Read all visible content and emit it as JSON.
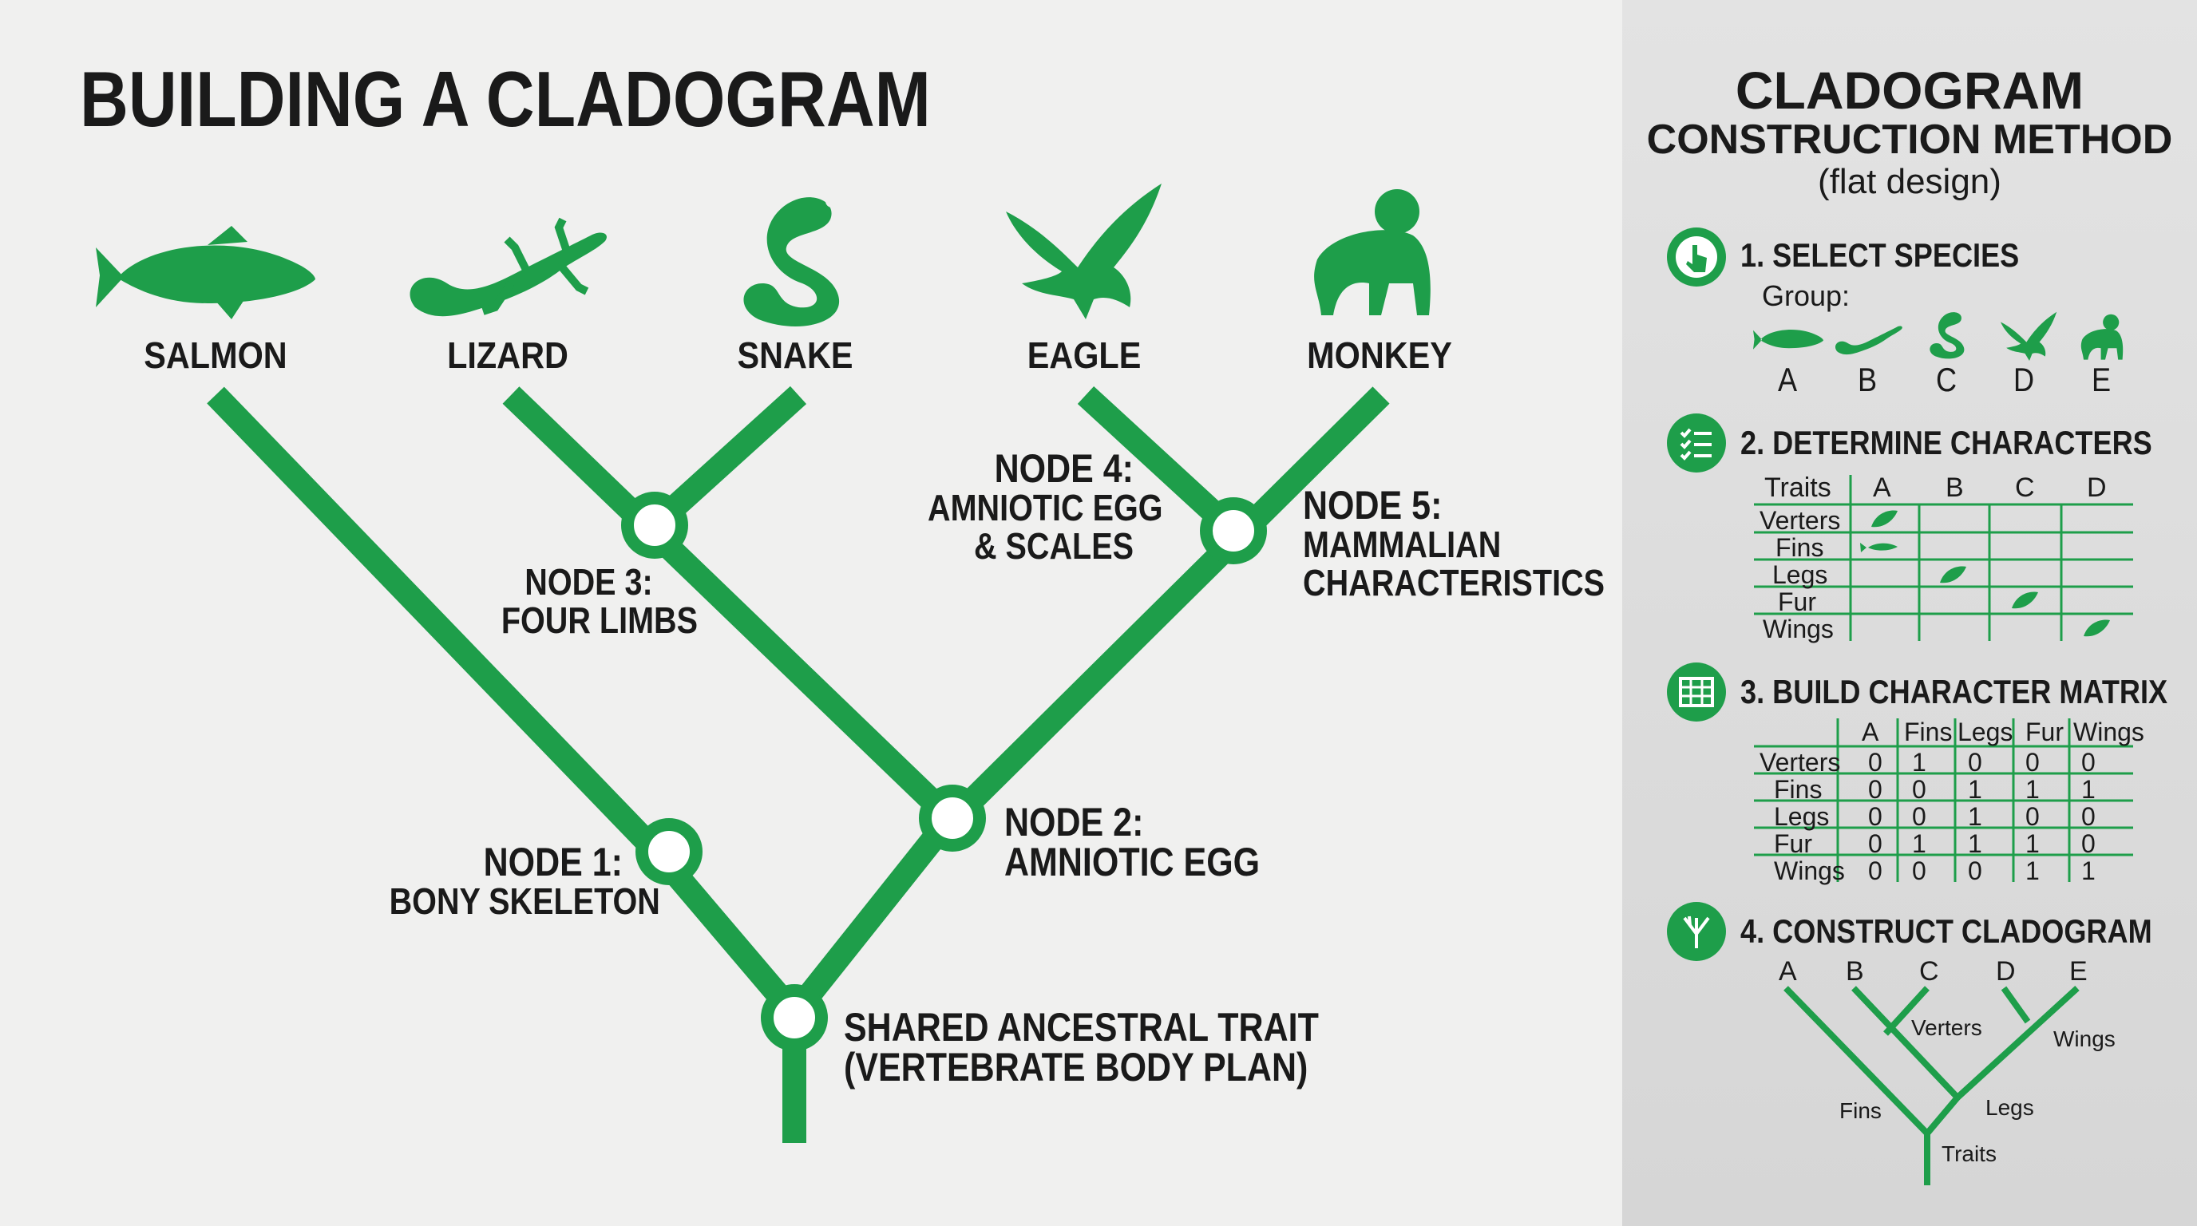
{
  "title": "BUILDING A CLADOGRAM",
  "colors": {
    "accent": "#1e9e4a",
    "text": "#1a1a1a",
    "background": "#f0f0ef",
    "sidebar": "#dcdcdc"
  },
  "species": [
    {
      "label": "SALMON",
      "icon": "fish-icon"
    },
    {
      "label": "LIZARD",
      "icon": "lizard-icon"
    },
    {
      "label": "SNAKE",
      "icon": "snake-icon"
    },
    {
      "label": "EAGLE",
      "icon": "eagle-icon"
    },
    {
      "label": "MONKEY",
      "icon": "monkey-icon"
    }
  ],
  "nodes": {
    "node1": {
      "title": "NODE 1:",
      "subtitle": "BONY SKELETON"
    },
    "node2": {
      "title": "NODE 2:",
      "subtitle": "AMNIOTIC EGG"
    },
    "node3": {
      "title": "NODE 3:",
      "subtitle": "FOUR LIMBS"
    },
    "node4": {
      "title": "NODE 4:",
      "subtitle_line1": "AMNIOTIC EGG",
      "subtitle_line2": "& SCALES"
    },
    "node5": {
      "title": "NODE 5:",
      "subtitle_line1": "MAMMALIAN",
      "subtitle_line2": "CHARACTERISTICS"
    },
    "root": {
      "line1": "SHARED ANCESTRAL TRAIT",
      "line2": "(VERTEBRATE BODY PLAN)"
    }
  },
  "sidebar": {
    "title_line1": "CLADOGRAM",
    "title_line2": "CONSTRUCTION METHOD",
    "title_line3": "(flat design)",
    "step1": {
      "title": "1. SELECT SPECIES",
      "group_label": "Group:",
      "letters": [
        "A",
        "B",
        "C",
        "D",
        "E"
      ]
    },
    "step2": {
      "title": "2. DETERMINE CHARACTERS",
      "header": [
        "Traits",
        "A",
        "B",
        "C",
        "D"
      ],
      "rows": [
        "Verters",
        "Fins",
        "Legs",
        "Fur",
        "Wings"
      ]
    },
    "step3": {
      "title": "3. BUILD CHARACTER MATRIX",
      "header": [
        "",
        "A",
        "Fins",
        "Legs",
        "Fur",
        "Wings"
      ],
      "rows": [
        {
          "label": "Verters",
          "values": [
            "0",
            "1",
            "0",
            "0",
            "0"
          ]
        },
        {
          "label": "Fins",
          "values": [
            "0",
            "0",
            "1",
            "1",
            "1"
          ]
        },
        {
          "label": "Legs",
          "values": [
            "0",
            "0",
            "1",
            "0",
            "0"
          ]
        },
        {
          "label": "Fur",
          "values": [
            "0",
            "1",
            "1",
            "1",
            "0"
          ]
        },
        {
          "label": "Wings",
          "values": [
            "0",
            "0",
            "0",
            "1",
            "1"
          ]
        }
      ]
    },
    "step4": {
      "title": "4. CONSTRUCT CLADOGRAM",
      "letters": [
        "A",
        "B",
        "C",
        "D",
        "E"
      ],
      "labels": {
        "verters": "Verters",
        "wings": "Wings",
        "fins": "Fins",
        "legs": "Legs",
        "traits": "Traits"
      }
    }
  }
}
